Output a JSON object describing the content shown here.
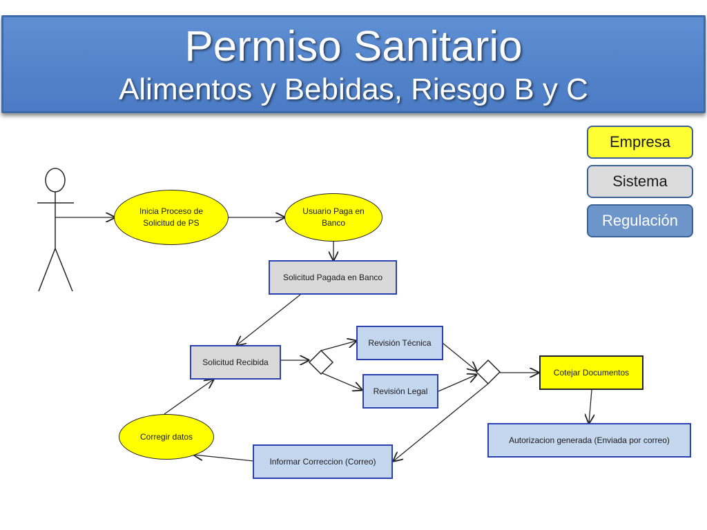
{
  "title": {
    "main": "Permiso Sanitario",
    "sub": "Alimentos y Bebidas, Riesgo B y C"
  },
  "legend": {
    "empresa": "Empresa",
    "sistema": "Sistema",
    "regulacion": "Regulación"
  },
  "nodes": {
    "inicia": "Inicia Proceso de Solicitud de PS",
    "usuario_paga": "Usuario Paga en Banco",
    "solicitud_pagada": "Solicitud Pagada en Banco",
    "solicitud_recibida": "Solicitud Recibida",
    "revision_tecnica": "Revisión Técnica",
    "revision_legal": "Revisión Legal",
    "cotejar": "Cotejar Documentos",
    "autorizacion": "Autorizacion generada (Enviada por correo)",
    "informar": "Informar Correccion (Correo)",
    "corregir": "Corregir datos"
  },
  "colors": {
    "banner": "#4a7bc4",
    "empresa": "#ffff33",
    "sistema": "#dcdcdc",
    "regulacion": "#6e95c9",
    "node_border": "#2a3fb0"
  }
}
